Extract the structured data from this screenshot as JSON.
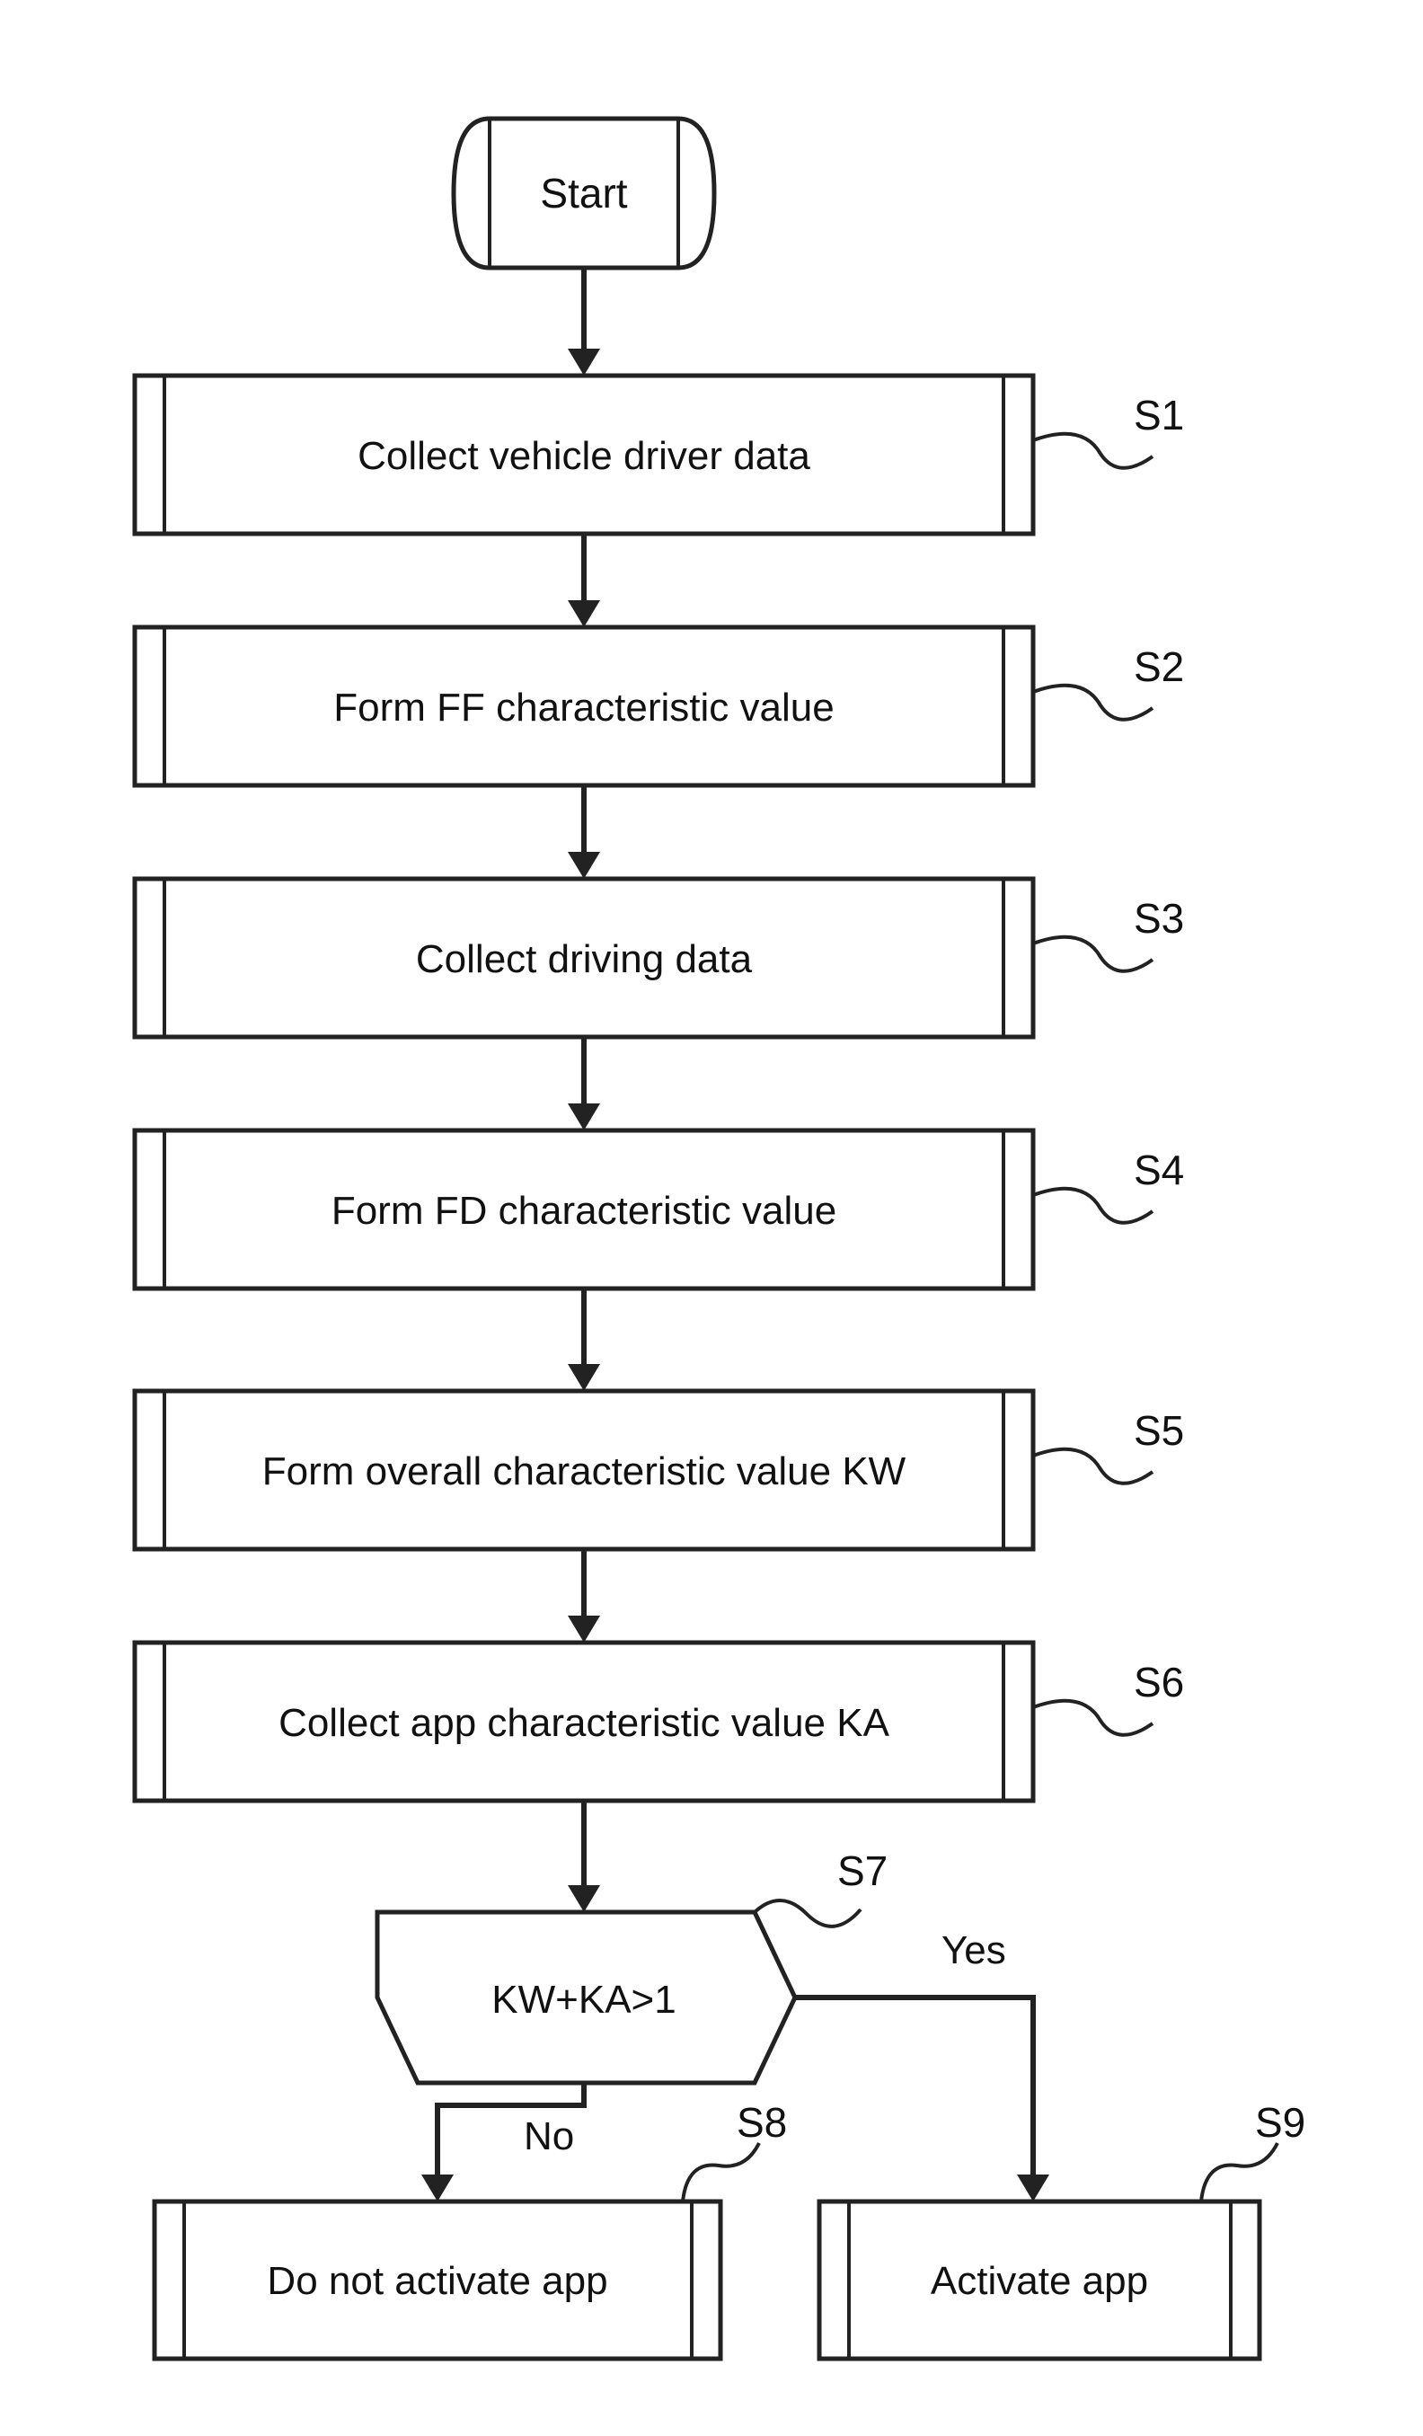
{
  "start": {
    "label": "Start"
  },
  "steps": [
    {
      "id": "S1",
      "label": "Collect vehicle driver data"
    },
    {
      "id": "S2",
      "label": "Form FF characteristic value"
    },
    {
      "id": "S3",
      "label": "Collect driving data"
    },
    {
      "id": "S4",
      "label": "Form FD characteristic value"
    },
    {
      "id": "S5",
      "label": "Form overall characteristic value KW"
    },
    {
      "id": "S6",
      "label": "Collect app characteristic value KA"
    }
  ],
  "decision": {
    "id": "S7",
    "condition": "KW+KA>1",
    "yes_label": "Yes",
    "no_label": "No"
  },
  "outcomes": {
    "no": {
      "id": "S8",
      "label": "Do not activate app"
    },
    "yes": {
      "id": "S9",
      "label": "Activate app"
    }
  }
}
